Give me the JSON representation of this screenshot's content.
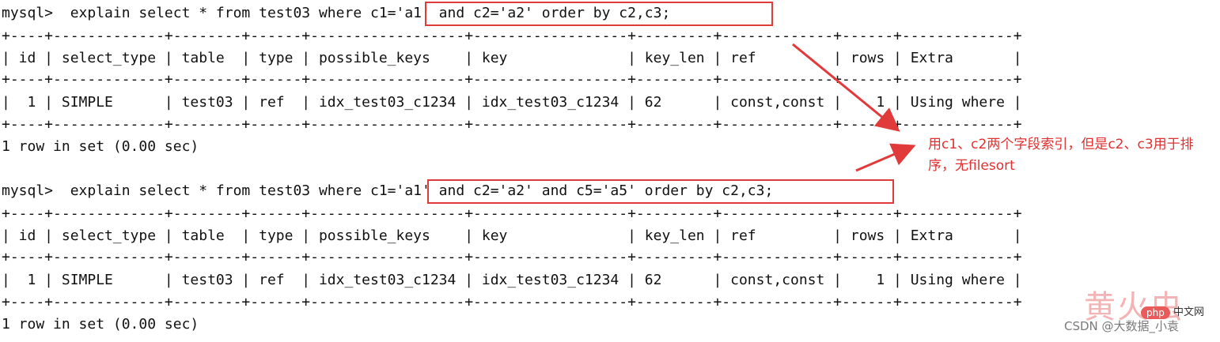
{
  "accent_color": "#e03a3a",
  "query1": {
    "prompt_line": "mysql>  explain select * from test03 where c1='a1' and c2='a2' order by c2,c3;",
    "border": "+----+-------------+--------+------+------------------+------------------+---------+-------------+------+-------------+",
    "header": "| id | select_type | table  | type | possible_keys    | key              | key_len | ref         | rows | Extra       |",
    "row": "|  1 | SIMPLE      | test03 | ref  | idx_test03_c1234 | idx_test03_c1234 | 62      | const,const |    1 | Using where |",
    "footer": "1 row in set (0.00 sec)"
  },
  "query2": {
    "prompt_line": "mysql>  explain select * from test03 where c1='a1' and c2='a2' and c5='a5' order by c2,c3;",
    "border": "+----+-------------+--------+------+------------------+------------------+---------+-------------+------+-------------+",
    "header": "| id | select_type | table  | type | possible_keys    | key              | key_len | ref         | rows | Extra       |",
    "row": "|  1 | SIMPLE      | test03 | ref  | idx_test03_c1234 | idx_test03_c1234 | 62      | const,const |    1 | Using where |",
    "footer": "1 row in set (0.00 sec)"
  },
  "annotation": "用c1、c2两个字段索引，但是c2、c3用于排序，无filesort",
  "watermark": {
    "main": "黄火虫",
    "php_badge": "php",
    "cn": "中文网",
    "csdn": "CSDN @大数据_小袁"
  }
}
